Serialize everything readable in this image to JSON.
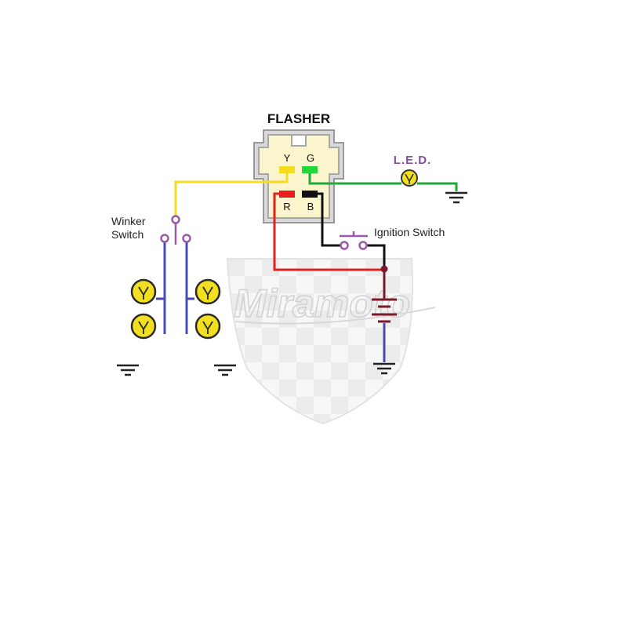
{
  "diagram": {
    "flasher_title": "FLASHER",
    "pins": {
      "yellow": "Y",
      "green": "G",
      "red": "R",
      "black": "B"
    },
    "led_label": "L.E.D.",
    "ignition_label": "Ignition Switch",
    "winker_label_line1": "Winker",
    "winker_label_line2": "Switch"
  },
  "watermark": {
    "brand": "Miramoto"
  },
  "colors": {
    "yellow_wire": "#f4dc1e",
    "green_wire": "#22a83a",
    "red_wire": "#dd2222",
    "black_wire": "#111111",
    "blue_wire": "#4a4ab4",
    "purple_switch": "#9a5aa8",
    "battery": "#7a1a2a",
    "flasher_body": "#fbf5cd",
    "flasher_outline": "#999999",
    "bulb_fill": "#f2e020"
  }
}
